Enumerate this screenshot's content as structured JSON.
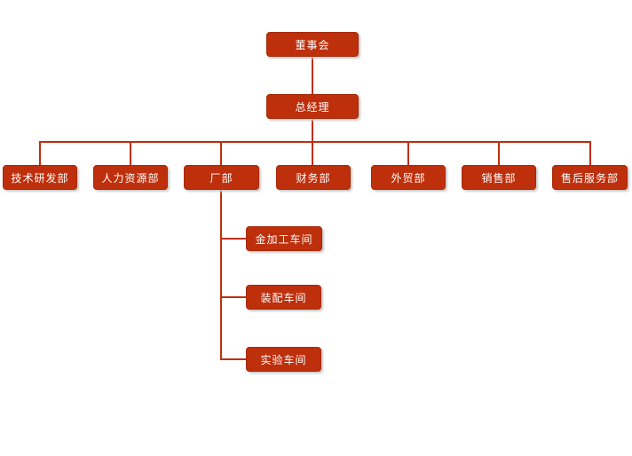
{
  "org": {
    "nodes": {
      "board": {
        "label": "董事会",
        "level": 1
      },
      "general_manager": {
        "label": "总经理",
        "level": 2
      },
      "tech_rd": {
        "label": "技术研发部",
        "level": 3
      },
      "hr": {
        "label": "人力资源部",
        "level": 3
      },
      "factory": {
        "label": "厂部",
        "level": 3
      },
      "finance": {
        "label": "财务部",
        "level": 3
      },
      "foreign_trade": {
        "label": "外贸部",
        "level": 3
      },
      "sales": {
        "label": "销售部",
        "level": 3
      },
      "after_sales": {
        "label": "售后服务部",
        "level": 3
      },
      "metal_workshop": {
        "label": "金加工车间",
        "level": 4
      },
      "assembly_workshop": {
        "label": "装配车间",
        "level": 4
      },
      "test_workshop": {
        "label": "实验车间",
        "level": 4
      }
    },
    "hierarchy": {
      "董事会": [
        "总经理"
      ],
      "总经理": [
        "技术研发部",
        "人力资源部",
        "厂部",
        "财务部",
        "外贸部",
        "销售部",
        "售后服务部"
      ],
      "厂部": [
        "金加工车间",
        "装配车间",
        "实验车间"
      ]
    }
  },
  "colors": {
    "node_fill": "#BE2F0C",
    "node_border": "#A62A08",
    "connector": "#BE2F0C",
    "node_text": "#FFFFFF",
    "shadow": "#C9C9C9",
    "background": "#FFFFFF"
  }
}
